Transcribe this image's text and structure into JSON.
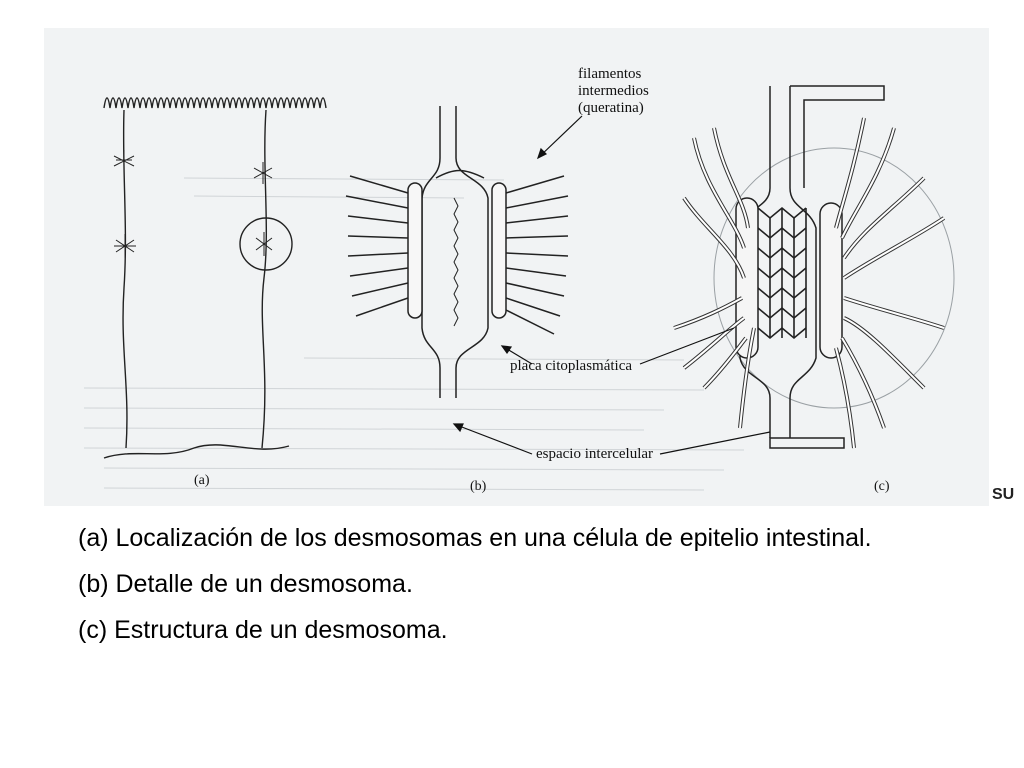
{
  "figure": {
    "labels": {
      "filamentos_1": "filamentos",
      "filamentos_2": "intermedios",
      "filamentos_3": "(queratina)",
      "placa": "placa citoplasmática",
      "espacio": "espacio intercelular",
      "panel_a": "(a)",
      "panel_b": "(b)",
      "panel_c": "(c)"
    },
    "edge_text": "SU"
  },
  "caption": {
    "line_a": "(a) Localización de los desmosomas en una célula de epitelio intestinal.",
    "line_b": "(b) Detalle de un desmosoma.",
    "line_c": "(c) Estructura de un desmosoma."
  }
}
